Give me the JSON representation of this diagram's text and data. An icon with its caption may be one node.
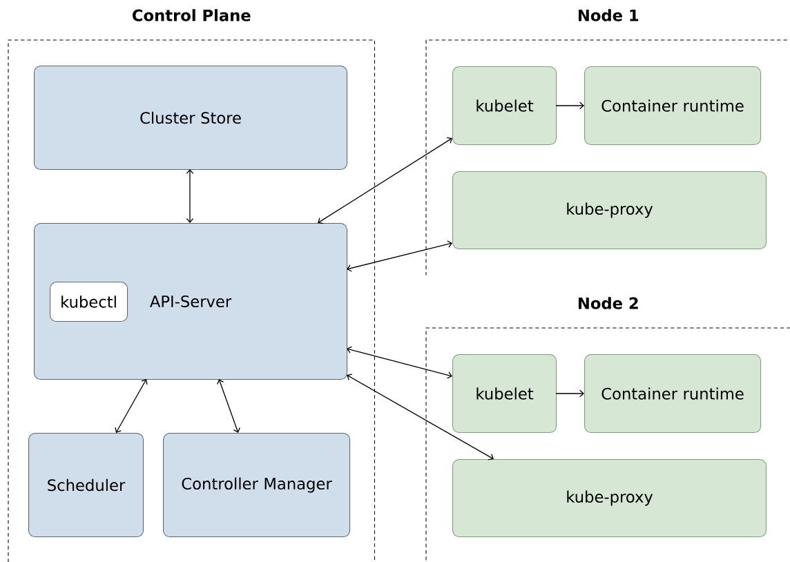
{
  "diagram": {
    "nodes": [
      {
        "text": [
          "Control Plane"
        ]
      },
      {
        "text": [
          "Cluster Store"
        ],
        "in": 0
      },
      {
        "text": [
          "API-Server"
        ],
        "in": 0
      },
      {
        "text": [
          "kubectl"
        ],
        "in": 2
      },
      {
        "text": [
          "Scheduler"
        ],
        "in": 0
      },
      {
        "text": [
          "Controller Manager"
        ],
        "in": 0
      },
      {
        "text": [
          "Node 1"
        ]
      },
      {
        "text": [
          "kubelet"
        ],
        "in": 6
      },
      {
        "text": [
          "Container runtime"
        ],
        "in": 6
      },
      {
        "text": [
          "kube-proxy"
        ],
        "in": 6
      },
      {
        "text": [
          "Node 2"
        ]
      },
      {
        "text": [
          "kubelet"
        ],
        "in": 10
      },
      {
        "text": [
          "Container runtime"
        ],
        "in": 10
      },
      {
        "text": [
          "kube-proxy"
        ],
        "in": 10
      }
    ],
    "edges": [
      {
        "from": 1,
        "to": 2,
        "arrow": "both"
      },
      {
        "from": 2,
        "to": 7,
        "arrow": "both"
      },
      {
        "from": 7,
        "to": 8,
        "arrow": "to"
      },
      {
        "from": 2,
        "to": 9,
        "arrow": "both"
      },
      {
        "from": 2,
        "to": 11,
        "arrow": "both"
      },
      {
        "from": 11,
        "to": 12,
        "arrow": "to"
      },
      {
        "from": 2,
        "to": 13,
        "arrow": "both"
      },
      {
        "from": 2,
        "to": 4,
        "arrow": "both"
      },
      {
        "from": 2,
        "to": 5,
        "arrow": "both"
      }
    ]
  }
}
